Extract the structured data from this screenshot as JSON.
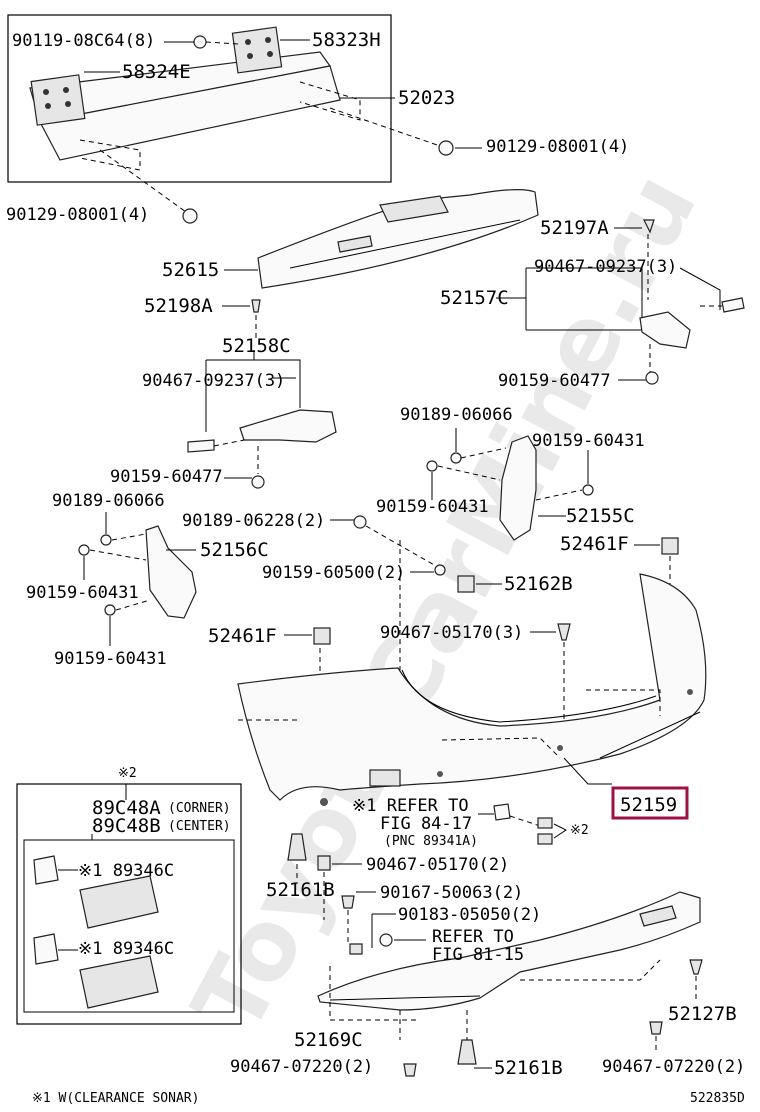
{
  "watermark": "ToyotaCarMine.ru",
  "labels": {
    "p90119": "90119-08C64(8)",
    "p58323H": "58323H",
    "p58324E": "58324E",
    "p52023": "52023",
    "p90129a": "90129-08001(4)",
    "p90129b": "90129-08001(4)",
    "p52615": "52615",
    "p52198A": "52198A",
    "p52197A": "52197A",
    "p90467a": "90467-09237(3)",
    "p52157C": "52157C",
    "p90159a": "90159-60477",
    "p52158C": "52158C",
    "p90467b": "90467-09237(3)",
    "p90159b": "90159-60477",
    "p90189a": "90189-06066",
    "p90159c": "90159-60431",
    "p90159d": "90159-60431",
    "p52155C": "52155C",
    "p90189b": "90189-06066",
    "p90189c": "90189-06228(2)",
    "p52156C": "52156C",
    "p52461Fa": "52461F",
    "p90159e": "90159-60431",
    "p90159f": "90159-60500(2)",
    "p52162B": "52162B",
    "p90159g": "90159-60431",
    "p52461Fb": "52461F",
    "p90467c": "90467-05170(3)",
    "p52159": "52159",
    "ref1": "※1 REFER TO",
    "ref2": "FIG 84-17",
    "ref3": "(PNC 89341A)",
    "ref4": "※2",
    "note2": "※2",
    "p89C48A": "89C48A",
    "corner": "(CORNER)",
    "p89C48B": "89C48B",
    "center": "(CENTER)",
    "p89346Ca": "※1 89346C",
    "p89346Cb": "※1 89346C",
    "p90467d": "90467-05170(2)",
    "p52161Ba": "52161B",
    "p90167": "90167-50063(2)",
    "p90183": "90183-05050(2)",
    "ref5": "REFER TO",
    "ref6": "FIG 81-15",
    "p52169C": "52169C",
    "p52127B": "52127B",
    "p90467e": "90467-07220(2)",
    "p52161Bb": "52161B",
    "p90467f": "90467-07220(2)",
    "footnote": "※1 W(CLEARANCE SONAR)",
    "code": "522835D"
  }
}
